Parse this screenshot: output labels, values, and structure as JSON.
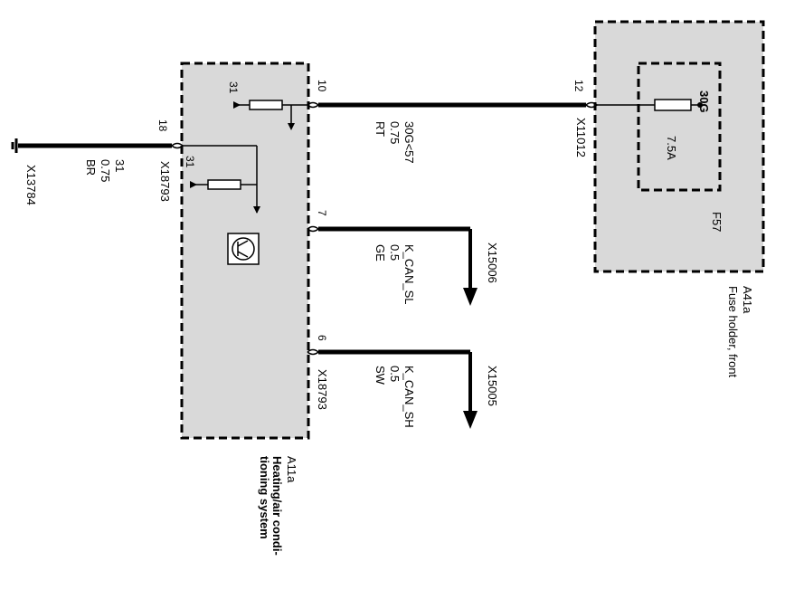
{
  "colors": {
    "box_fill": "#d9d9d9",
    "line": "#000000",
    "background": "#ffffff"
  },
  "ground": {
    "connector": "X13784",
    "wire": [
      "31",
      "0.75",
      "BR"
    ]
  },
  "module_a11a": {
    "id": "A11a",
    "desc_line1": "Heating/air condi-",
    "desc_line2": "tioning system",
    "pin18": "18",
    "connector_left": "X18793",
    "connector_right": "X18793",
    "internal_31_top": "31",
    "internal_31_mid": "31",
    "pin10": "10",
    "pin7": "7",
    "pin6": "6",
    "icon": "transistor-icon"
  },
  "wire_10": {
    "signal": "30G<57",
    "size": "0.75",
    "color": "RT"
  },
  "wire_7": {
    "signal": "K_CAN_SL",
    "size": "0.5",
    "color": "GE",
    "connector": "X15006"
  },
  "wire_6": {
    "signal": "K_CAN_SH",
    "size": "0.5",
    "color": "SW",
    "connector": "X15005"
  },
  "fuse_holder_a41a": {
    "id": "A41a",
    "desc": "Fuse holder, front",
    "pin12": "12",
    "connector": "X11012",
    "fuse_id": "F57",
    "fuse_rating": "7.5A",
    "fuse_terminal": "30G"
  }
}
